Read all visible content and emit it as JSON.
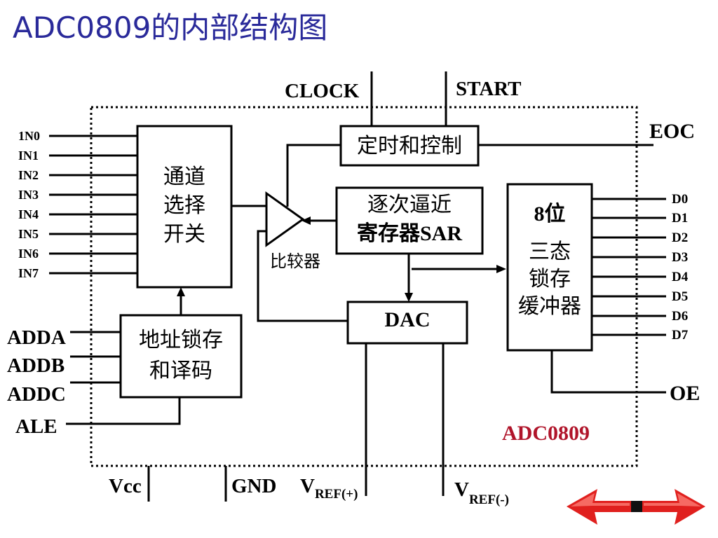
{
  "title": "ADC0809的内部结构图",
  "chip_name": "ADC0809",
  "colors": {
    "title": "#2a2a9a",
    "chip_name": "#b0142a",
    "arrow": "#e0201e"
  },
  "top_pins": {
    "clock": "CLOCK",
    "start": "START"
  },
  "inputs": [
    "1N0",
    "IN1",
    "IN2",
    "IN3",
    "IN4",
    "IN5",
    "IN6",
    "IN7"
  ],
  "address_pins": [
    "ADDA",
    "ADDB",
    "ADDC"
  ],
  "ale": "ALE",
  "eoc": "EOC",
  "oe": "OE",
  "outputs": [
    "D0",
    "D1",
    "D2",
    "D3",
    "D4",
    "D5",
    "D6",
    "D7"
  ],
  "bottom_pins": {
    "vcc": "Vcc",
    "gnd": "GND",
    "vref_pos_main": "V",
    "vref_pos_sub": "REF(+)",
    "vref_neg_main": "V",
    "vref_neg_sub": "REF(-)"
  },
  "blocks": {
    "mux": [
      "通道",
      "选择",
      "开关"
    ],
    "timing": "定时和控制",
    "sar": [
      "逐次逼近",
      "寄存器SAR"
    ],
    "comparator": "比较器",
    "dac": "DAC",
    "latch": [
      "8位",
      "三态",
      "锁存",
      "缓冲器"
    ],
    "addr": [
      "地址锁存",
      "和译码"
    ]
  },
  "nav": {
    "prev_icon": "left-arrow-icon",
    "next_icon": "right-arrow-icon"
  }
}
